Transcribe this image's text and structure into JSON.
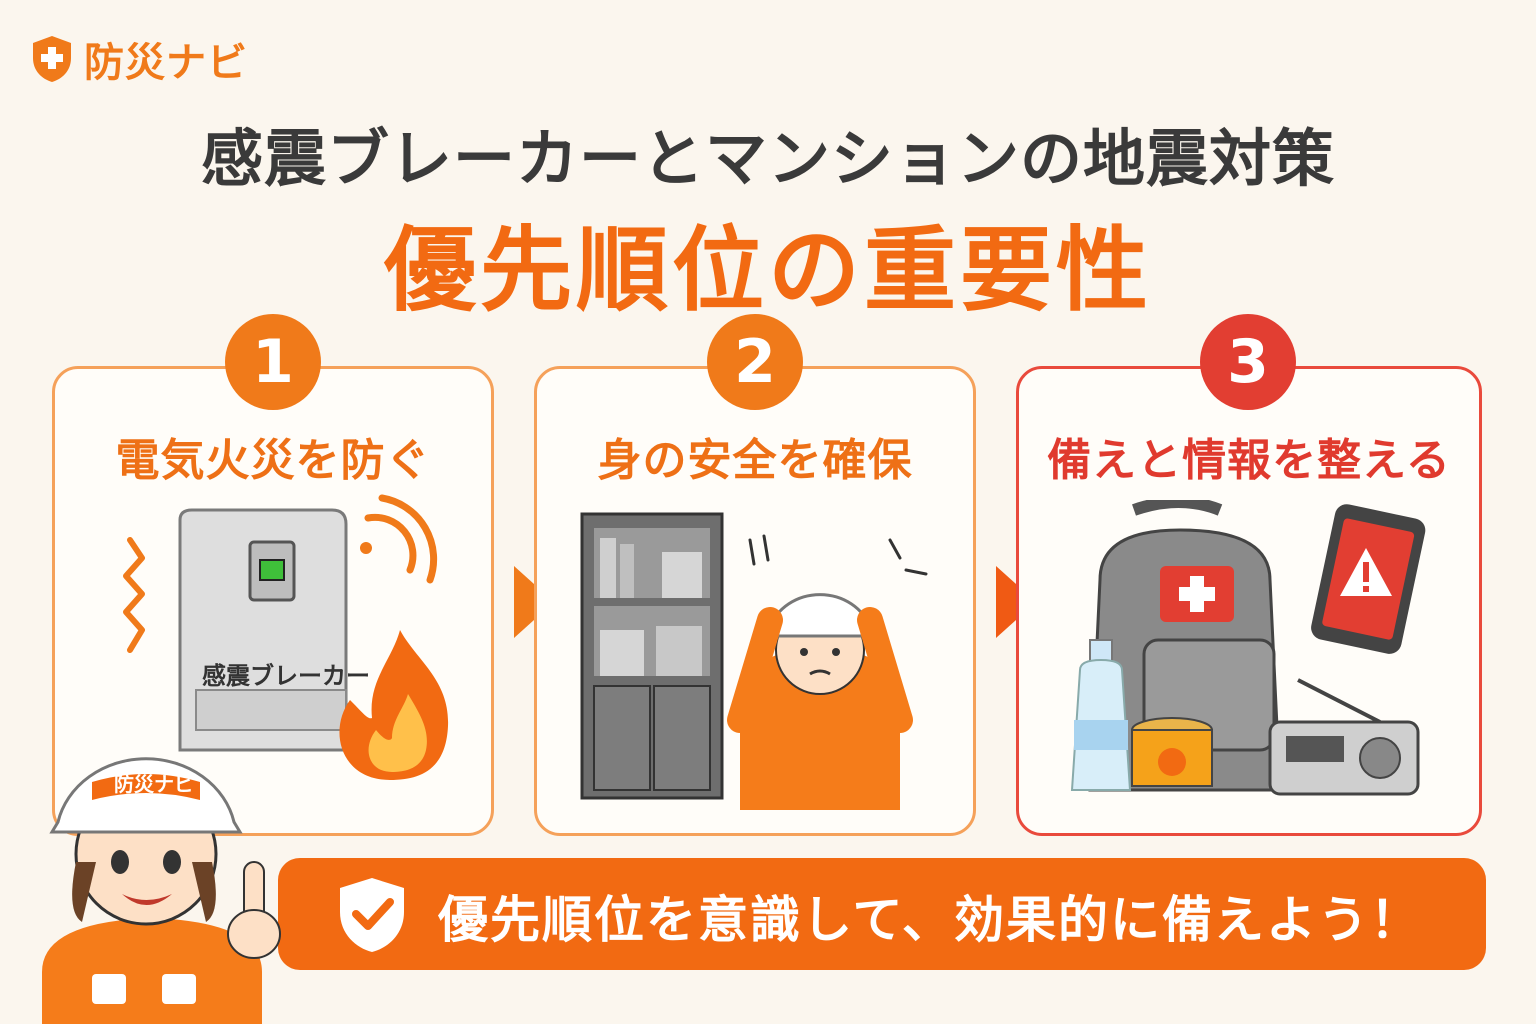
{
  "brand": {
    "name": "防災ナビ",
    "icon": "shield-plus-icon"
  },
  "title": {
    "line1": "感震ブレーカーとマンションの地震対策",
    "line2": "優先順位の重要性"
  },
  "steps": [
    {
      "number": "1",
      "label": "電気火災を防ぐ",
      "device_label": "感震ブレーカー"
    },
    {
      "number": "2",
      "label": "身の安全を確保"
    },
    {
      "number": "3",
      "label": "備えと情報を整える"
    }
  ],
  "banner": {
    "text": "優先順位を意識して、効果的に備えよう！",
    "icon": "shield-check-icon"
  },
  "mascot": {
    "helmet_label": "防災ナビ"
  },
  "colors": {
    "accent": "#f26a12",
    "alert": "#e23e32",
    "background": "#fbf6ee"
  }
}
